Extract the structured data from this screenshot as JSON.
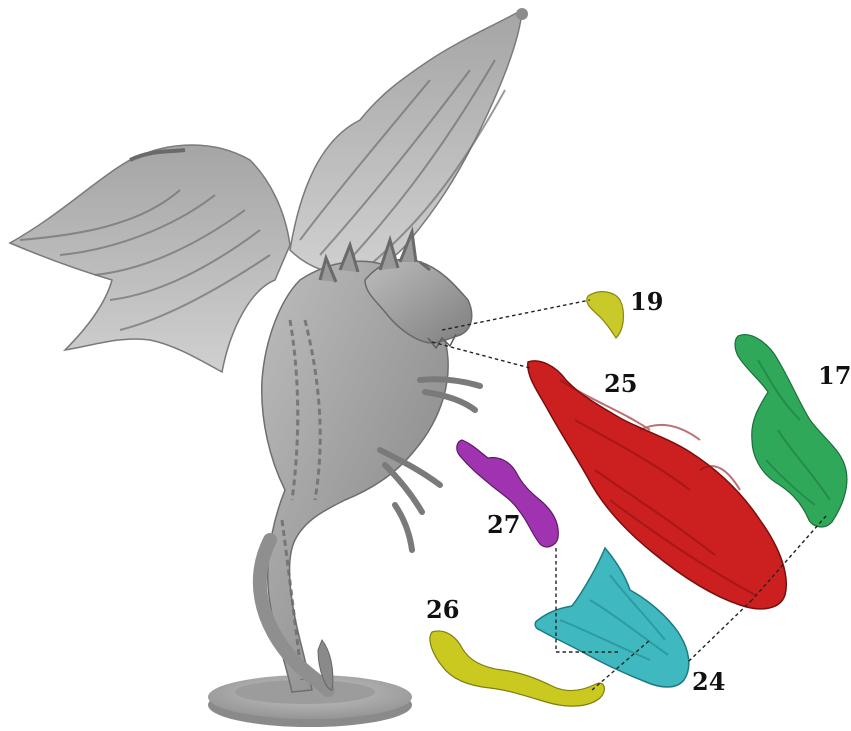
{
  "parts": [
    {
      "id": "part-19",
      "label": "19",
      "color": "#c9c92a"
    },
    {
      "id": "part-25",
      "label": "25",
      "color": "#cc1f1f"
    },
    {
      "id": "part-17",
      "label": "17",
      "color": "#2fa85a"
    },
    {
      "id": "part-27",
      "label": "27",
      "color": "#a033b0"
    },
    {
      "id": "part-26",
      "label": "26",
      "color": "#c9c91f"
    },
    {
      "id": "part-24",
      "label": "24",
      "color": "#3fb8c0"
    }
  ],
  "model": {
    "color": "#9a9a9a",
    "base_color": "#a8a8a8"
  }
}
